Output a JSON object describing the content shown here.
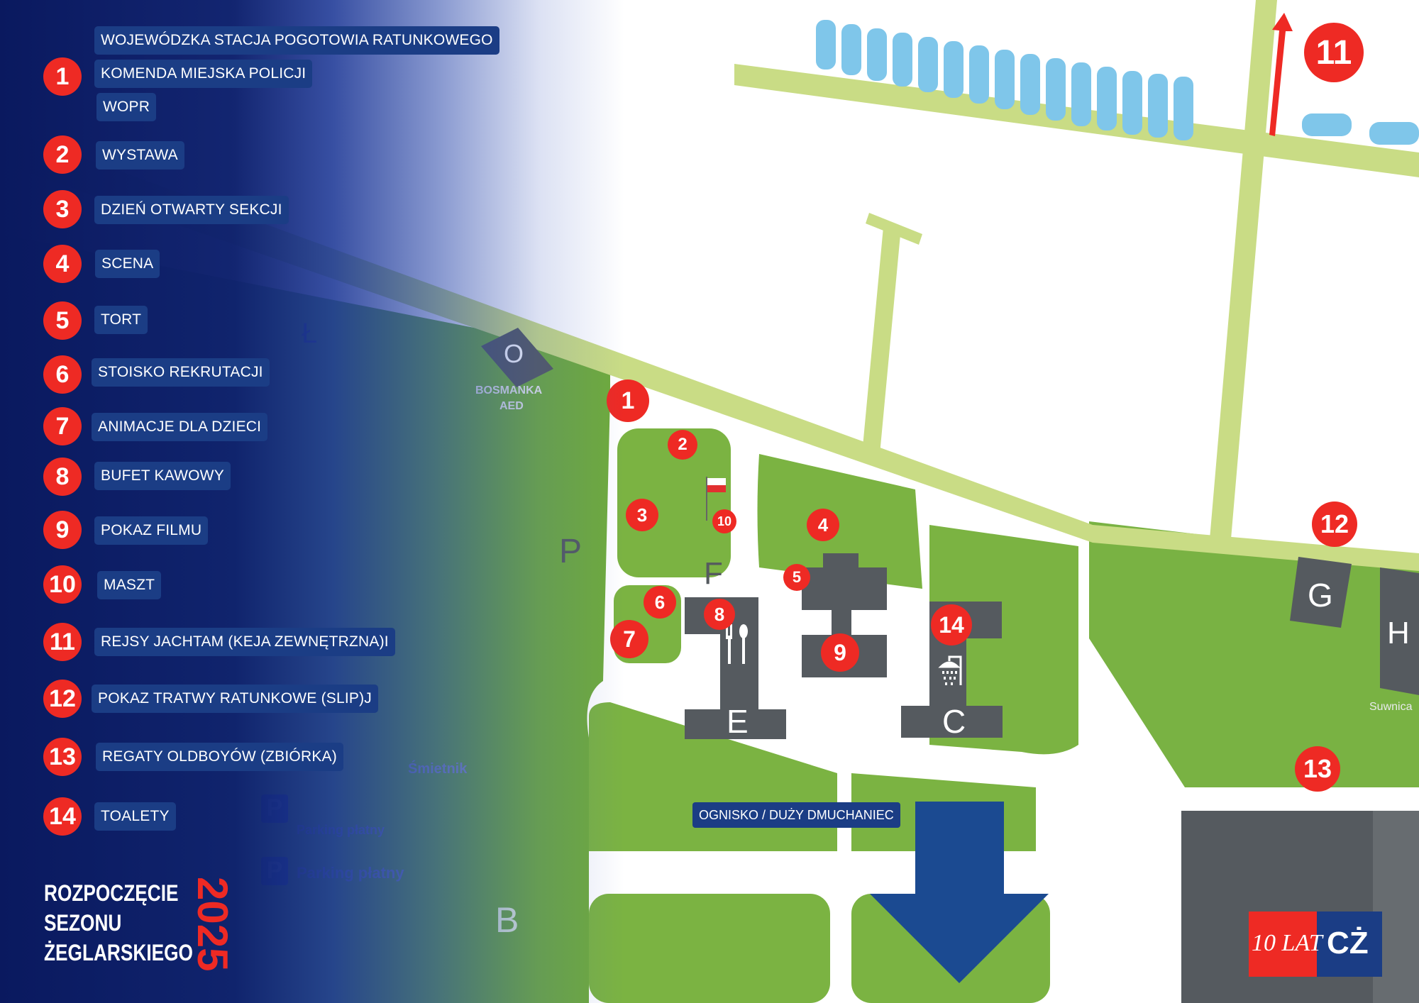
{
  "legend": [
    {
      "num": "1",
      "labels": [
        "WOJEWÓDZKA STACJA POGOTOWIA RATUNKOWEGO",
        "KOMENDA MIEJSKA POLICJI",
        "WOPR"
      ]
    },
    {
      "num": "2",
      "labels": [
        "WYSTAWA"
      ]
    },
    {
      "num": "3",
      "labels": [
        "DZIEŃ OTWARTY SEKCJI"
      ]
    },
    {
      "num": "4",
      "labels": [
        "SCENA"
      ]
    },
    {
      "num": "5",
      "labels": [
        "TORT"
      ]
    },
    {
      "num": "6",
      "labels": [
        "STOISKO REKRUTACJI"
      ]
    },
    {
      "num": "7",
      "labels": [
        "ANIMACJE DLA DZIECI"
      ]
    },
    {
      "num": "8",
      "labels": [
        "BUFET KAWOWY"
      ]
    },
    {
      "num": "9",
      "labels": [
        "POKAZ FILMU"
      ]
    },
    {
      "num": "10",
      "labels": [
        "MASZT"
      ]
    },
    {
      "num": "11",
      "labels": [
        "REJSY JACHTAM (KEJA ZEWNĘTRZNA)I"
      ]
    },
    {
      "num": "12",
      "labels": [
        "POKAZ TRATWY RATUNKOWE (SLIP)J"
      ]
    },
    {
      "num": "13",
      "labels": [
        "REGATY OLDBOYÓW (ZBIÓRKA)"
      ]
    },
    {
      "num": "14",
      "labels": [
        "TOALETY"
      ]
    }
  ],
  "map": {
    "markers": [
      "1",
      "2",
      "3",
      "4",
      "5",
      "6",
      "7",
      "8",
      "9",
      "10",
      "11",
      "12",
      "13",
      "14"
    ],
    "buildings": [
      "O",
      "F",
      "E",
      "C",
      "G",
      "H",
      "P",
      "B",
      "Ł"
    ],
    "texts": {
      "bosmanka": "BOSMANKA",
      "aed": "AED",
      "smietnik": "Śmietnik",
      "parking1": "Parking płatny",
      "parking2": "Parking płatny",
      "parking_symbol": "P",
      "suwnica": "Suwnica"
    },
    "bottom_label": "OGNISKO / DUŻY DMUCHANIEC"
  },
  "title": [
    "ROZPOCZĘCIE",
    "SEZONU",
    "ŻEGLARSKIEGO"
  ],
  "year": "2025",
  "logo": {
    "left": "10 LAT",
    "right": "CŻ"
  },
  "colors": {
    "accent_red": "#ee2a24",
    "navy": "#1b3d85",
    "grass": "#7bb342",
    "path": "#c9dc85",
    "water": "#7fc6ea",
    "building": "#555a5f"
  }
}
